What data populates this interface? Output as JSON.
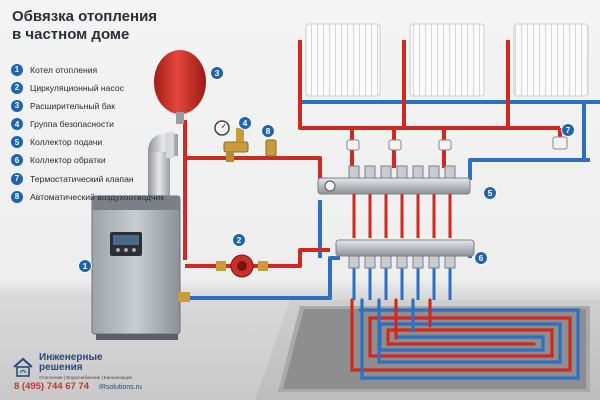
{
  "title": {
    "line1": "Обвязка отопления",
    "line2": "в частном доме"
  },
  "legend": [
    {
      "num": "1",
      "label": "Котел отопления"
    },
    {
      "num": "2",
      "label": "Циркуляционный насос"
    },
    {
      "num": "3",
      "label": "Расширительный бак"
    },
    {
      "num": "4",
      "label": "Группа безопасности"
    },
    {
      "num": "5",
      "label": "Коллектор подачи"
    },
    {
      "num": "6",
      "label": "Коллектор обратки"
    },
    {
      "num": "7",
      "label": "Термостатический клапан"
    },
    {
      "num": "8",
      "label": "Автоматический воздухоотводчик"
    }
  ],
  "callouts": {
    "c1": "1",
    "c2": "2",
    "c3": "3",
    "c4": "4",
    "c5": "5",
    "c6": "6",
    "c7": "7",
    "c8": "8"
  },
  "brand": {
    "name_line1": "Инженерные",
    "name_line2": "решения",
    "tagline": "Отопление | Водоснабжение | Канализация",
    "phone": "8 (495) 744 67 74",
    "website": "IRsolutions.ru"
  },
  "colors": {
    "supply": "#cf2a22",
    "return": "#2e6fc4",
    "accent": "#1e64b4",
    "brand_text": "#2a4a7a",
    "phone": "#c0392b"
  }
}
